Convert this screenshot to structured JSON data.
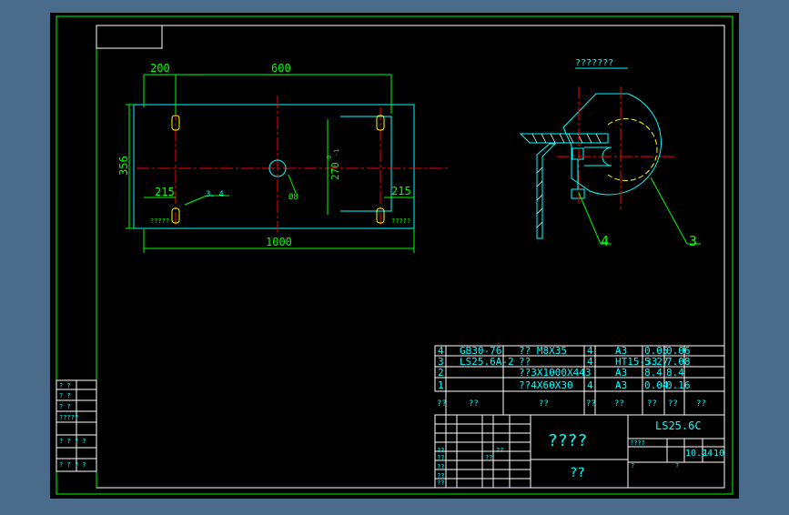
{
  "drawing": {
    "plan_dimensions": {
      "d200": "200",
      "d600": "600",
      "d356": "356",
      "d1000": "1000",
      "d215_left": "215",
      "d215_right": "215",
      "d270": "270",
      "d270_tol": "0",
      "d270_tol2": "-1",
      "hole_dia": "Ø8",
      "callout_34": "3、4",
      "note_left": "?????",
      "note_right": "?????"
    },
    "side_view": {
      "title": "???????",
      "label_3": "3",
      "label_4": "4"
    },
    "bom": {
      "rows": [
        {
          "no": "4",
          "code": "GB30-76",
          "name": "?? M8X35",
          "qty": "4",
          "mat": "A3",
          "w1": "0.05",
          "w2": "0.06"
        },
        {
          "no": "3",
          "code": "LS25.6A-2",
          "name": "??",
          "qty": "4",
          "mat": "HT15-33",
          "w1": "5.27",
          "w2": "7.08"
        },
        {
          "no": "2",
          "code": "",
          "name": "??3X1000X443",
          "qty": "",
          "mat": "A3",
          "w1": "8.4",
          "w2": "8.4"
        },
        {
          "no": "1",
          "code": "",
          "name": "??4X60X30",
          "qty": "4",
          "mat": "A3",
          "w1": "0.04",
          "w2": "0.16"
        }
      ],
      "header": [
        "??",
        "??",
        "??",
        "??",
        "??",
        "??",
        "??",
        "??"
      ]
    },
    "title_block": {
      "part_name": "????",
      "drawing_no": "LS25.6C",
      "company": "??",
      "stage_label": "????",
      "weight": "10.24",
      "scale": "1:10",
      "left_labels": [
        "??",
        "??",
        "??",
        "??",
        "??",
        "??"
      ],
      "mid_labels": [
        "??"
      ],
      "tiny1": "?",
      "tiny2": "?"
    },
    "side_strip": {
      "cells": [
        "? ?",
        "? ?",
        "? ?",
        "?????",
        "? ? ? ?",
        "? ? ? ?"
      ]
    }
  },
  "colors": {
    "background": "#000000",
    "frame": "#00ff00",
    "geometry": "#00ffff",
    "center": "#ff0000",
    "dimension": "#00ff00",
    "hidden": "#ffff00",
    "text": "#00ffff",
    "white": "#ffffff"
  }
}
